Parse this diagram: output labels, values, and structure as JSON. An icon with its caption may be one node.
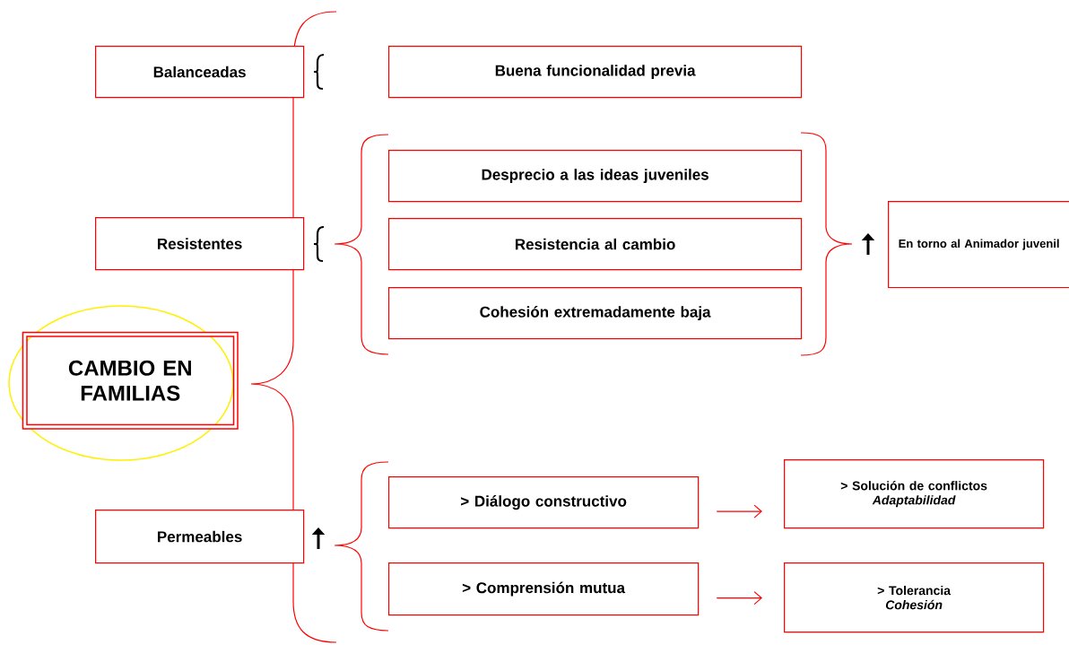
{
  "diagram": {
    "nodes": [
      {
        "text": [
          "CAMBIO EN FAMILIAS"
        ]
      },
      {
        "text": [
          "Balanceadas"
        ]
      },
      {
        "text": [
          "Buena funcionalidad previa"
        ]
      },
      {
        "text": [
          "Resistentes"
        ]
      },
      {
        "text": [
          "Desprecio a las ideas juveniles"
        ]
      },
      {
        "text": [
          "Resistencia al cambio"
        ]
      },
      {
        "text": [
          "Cohesión extremadamente baja"
        ]
      },
      {
        "text": [
          "En torno al Animador juvenil"
        ]
      },
      {
        "text": [
          "Permeables"
        ]
      },
      {
        "text": [
          "> Diálogo constructivo"
        ]
      },
      {
        "text": [
          "> Comprensión mutua"
        ]
      },
      {
        "text": [
          "> Solución de conflictos",
          "Adaptabilidad"
        ]
      },
      {
        "text": [
          "> Tolerancia",
          "Cohesión"
        ]
      }
    ],
    "edges": [
      {
        "from": 9,
        "to": 11,
        "arrow": "to"
      },
      {
        "from": 10,
        "to": 12,
        "arrow": "to"
      }
    ]
  }
}
